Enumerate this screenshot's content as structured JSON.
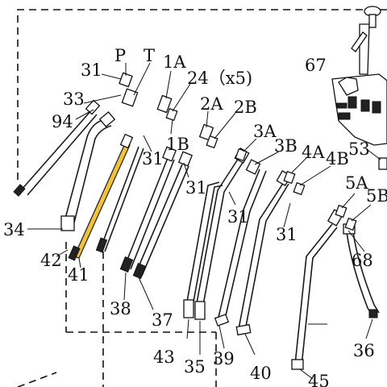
{
  "labels": {
    "l31a": "31",
    "lP": "P",
    "lT": "T",
    "l1A": "1A",
    "l24": "24（x5)",
    "l33": "33",
    "l94": "94",
    "l2A": "2A",
    "l2B": "2B",
    "l1B": "1B",
    "l31b": "31",
    "l67": "67",
    "l3A": "3A",
    "l3B": "3B",
    "l4A": "4A",
    "l4B": "4B",
    "l31c": "31",
    "l53": "53",
    "l31d": "31",
    "l31e": "31",
    "l5A": "5A",
    "l5B": "5B",
    "l34": "34",
    "l42": "42",
    "l41": "41",
    "l68": "68",
    "l38": "38",
    "l37": "37",
    "l43": "43",
    "l35": "35",
    "l39": "39",
    "l40": "40",
    "l36": "36",
    "l45": "45"
  },
  "colors": {
    "highlight_hose": "#f2c230",
    "line": "#1a1a1a",
    "background": "#ffffff"
  }
}
